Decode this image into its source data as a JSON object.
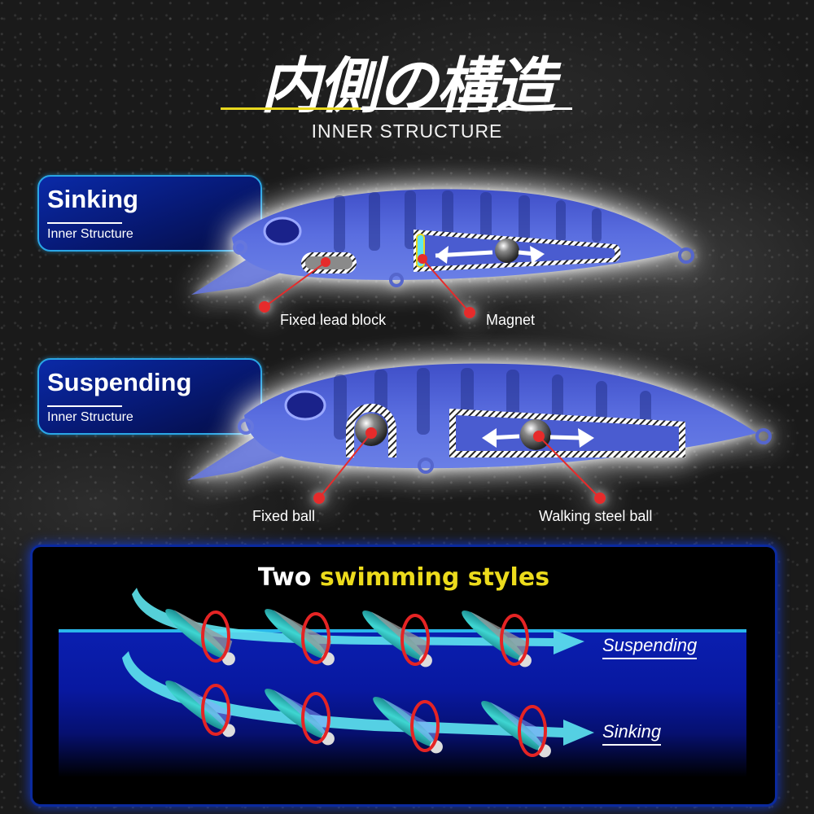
{
  "header": {
    "title_jp": "内側の構造",
    "title_en": "INNER STRUCTURE",
    "accent_color": "#e8d81e"
  },
  "sinking": {
    "card_title": "Sinking",
    "card_subtitle": "Inner Structure",
    "callouts": [
      {
        "label": "Fixed lead block"
      },
      {
        "label": "Magnet"
      }
    ]
  },
  "suspending": {
    "card_title": "Suspending",
    "card_subtitle": "Inner Structure",
    "callouts": [
      {
        "label": "Fixed ball"
      },
      {
        "label": "Walking steel ball"
      }
    ]
  },
  "swimming_panel": {
    "title_white": "Two",
    "title_yellow": "swimming styles",
    "styles": [
      {
        "label": "Suspending"
      },
      {
        "label": "Sinking"
      }
    ]
  },
  "colors": {
    "card_border": "#2aa6e6",
    "card_bg": "#071a78",
    "lure_body": "#4b5fd6",
    "callout_dot": "#e62b2b",
    "water": "#0818a0",
    "waterline": "#2ab7ea",
    "swim_arrow": "#5ee6f0",
    "rotation_arrow": "#e52424"
  }
}
